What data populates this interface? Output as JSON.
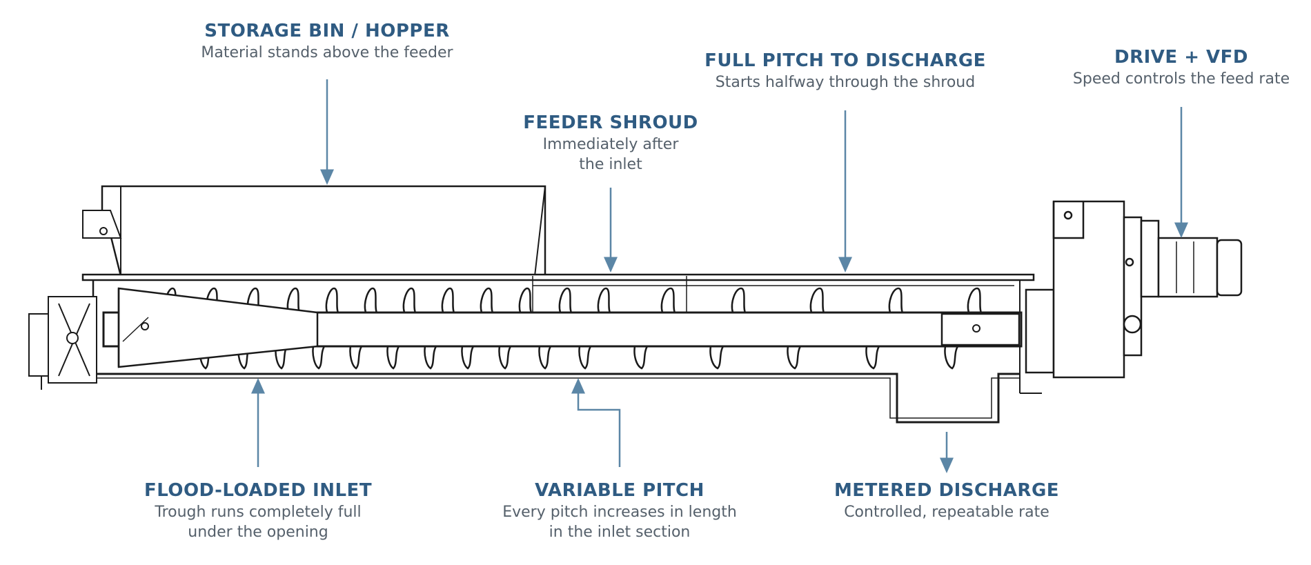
{
  "colors": {
    "accent": "#2f5b82",
    "subtext": "#55606b",
    "arrow": "#5b86a6",
    "line": "#1a1a1a"
  },
  "callouts": {
    "storage": {
      "title": "STORAGE BIN / HOPPER",
      "line1": "Material stands above the feeder"
    },
    "full_pitch": {
      "title": "FULL PITCH TO DISCHARGE",
      "line1": "Starts halfway through the shroud"
    },
    "drive": {
      "title": "DRIVE + VFD",
      "line1": "Speed controls the feed rate"
    },
    "shroud": {
      "title": "FEEDER SHROUD",
      "line1": "Immediately after",
      "line2": "the inlet"
    },
    "inlet": {
      "title": "FLOOD-LOADED INLET",
      "line1": "Trough runs completely full",
      "line2": "under the opening"
    },
    "variable": {
      "title": "VARIABLE PITCH",
      "line1": "Every pitch increases in length",
      "line2": "in the inlet section"
    },
    "discharge": {
      "title": "METERED DISCHARGE",
      "line1": "Controlled, repeatable rate"
    }
  }
}
